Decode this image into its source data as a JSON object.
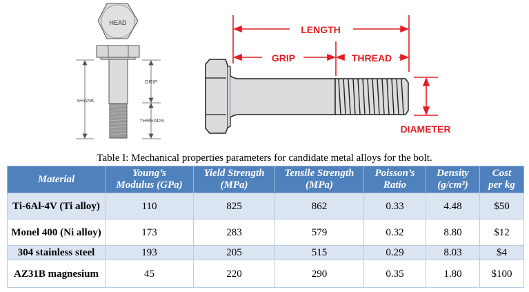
{
  "figure": {
    "left_diagram": {
      "labels": {
        "head": "HEAD",
        "shank": "SHANK",
        "grip": "GRIP",
        "threads": "THREADS"
      }
    },
    "right_diagram": {
      "labels": {
        "length": "LENGTH",
        "grip": "GRIP",
        "thread": "THREAD",
        "diameter": "DIAMETER"
      },
      "accent_color": "#e31e24"
    }
  },
  "table": {
    "caption": "Table I: Mechanical properties parameters for candidate metal alloys for the bolt.",
    "header_color": "#4f81bd",
    "band_color": "#dbe5f1",
    "columns": [
      {
        "line1": "Material",
        "line2": ""
      },
      {
        "line1": "Young’s",
        "line2": "Modulus (GPa)"
      },
      {
        "line1": "Yield Strength",
        "line2": "(MPa)"
      },
      {
        "line1": "Tensile Strength",
        "line2": "(MPa)"
      },
      {
        "line1": "Poisson’s",
        "line2": "Ratio"
      },
      {
        "line1": "Density",
        "line2": "(g/cm³)"
      },
      {
        "line1": "Cost",
        "line2": "per kg"
      }
    ],
    "rows": [
      {
        "material": "Ti-6Al-4V (Ti alloy)",
        "youngs": "110",
        "yield": "825",
        "tensile": "862",
        "poisson": "0.33",
        "density": "4.48",
        "cost": "$50"
      },
      {
        "material": "Monel 400 (Ni alloy)",
        "youngs": "173",
        "yield": "283",
        "tensile": "579",
        "poisson": "0.32",
        "density": "8.80",
        "cost": "$12"
      },
      {
        "material": "304 stainless steel",
        "youngs": "193",
        "yield": "205",
        "tensile": "515",
        "poisson": "0.29",
        "density": "8.03",
        "cost": "$4"
      },
      {
        "material": "AZ31B magnesium",
        "youngs": "45",
        "yield": "220",
        "tensile": "290",
        "poisson": "0.35",
        "density": "1.80",
        "cost": "$100"
      }
    ]
  }
}
